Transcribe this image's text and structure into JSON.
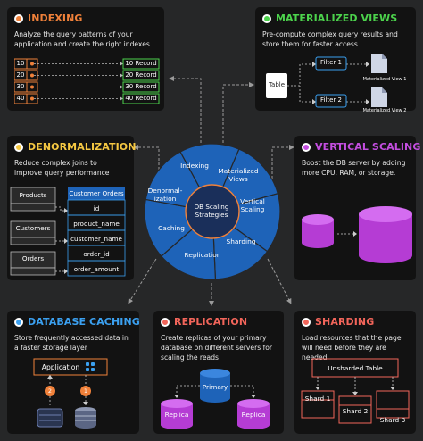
{
  "colors": {
    "indexing": "#f0813a",
    "materialized": "#4cd34c",
    "denormalization": "#f5c842",
    "vertical": "#c44ee0",
    "caching": "#3ba0f0",
    "replication": "#f2655a",
    "sharding": "#f2655a",
    "wheel": "#1e63b8",
    "center": "#1a2f5a"
  },
  "wheel": {
    "center_label": "DB Scaling\nStrategies",
    "segments": [
      "Indexing",
      "Materialized\nViews",
      "Vertical\nScaling",
      "Sharding",
      "Replication",
      "Caching",
      "Denormal-\nization"
    ]
  },
  "indexing": {
    "title": "INDEXING",
    "description": "Analyze the query patterns of your application and create the right indexes",
    "keys": [
      "10",
      "20",
      "30",
      "40"
    ],
    "records": [
      "10 Record",
      "20 Record",
      "30 Record",
      "40 Record"
    ]
  },
  "materialized": {
    "title": "MATERIALIZED VIEWS",
    "description": "Pre-compute complex query results and store them for faster access",
    "table_label": "Table",
    "filters": [
      "Filter 1",
      "Filter 2"
    ],
    "view_labels": [
      "Materialized View 1",
      "Materialized View 2"
    ]
  },
  "denormalization": {
    "title": "DENORMALIZATION",
    "description": "Reduce complex joins to improve query performance",
    "tables": [
      "Products",
      "Customers",
      "Orders"
    ],
    "merged_header": "Customer Orders",
    "columns": [
      "id",
      "product_name",
      "customer_name",
      "order_id",
      "order_amount"
    ]
  },
  "vertical": {
    "title": "VERTICAL SCALING",
    "description": "Boost the DB server by adding more CPU, RAM, or storage."
  },
  "caching": {
    "title": "DATABASE CACHING",
    "description": "Store frequently accessed data in a faster storage layer",
    "app_label": "Application",
    "steps": [
      "2",
      "1"
    ]
  },
  "replication": {
    "title": "REPLICATION",
    "description": "Create replicas of your primary database on different servers for scaling the reads",
    "primary": "Primary",
    "replicas": [
      "Replica",
      "Replica"
    ]
  },
  "sharding": {
    "title": "SHARDING",
    "description": "Load resources that the page will need before they are needed",
    "unsharded": "Unsharded Table",
    "shards": [
      "Shard 1",
      "Shard 2",
      "Shard 3"
    ]
  }
}
